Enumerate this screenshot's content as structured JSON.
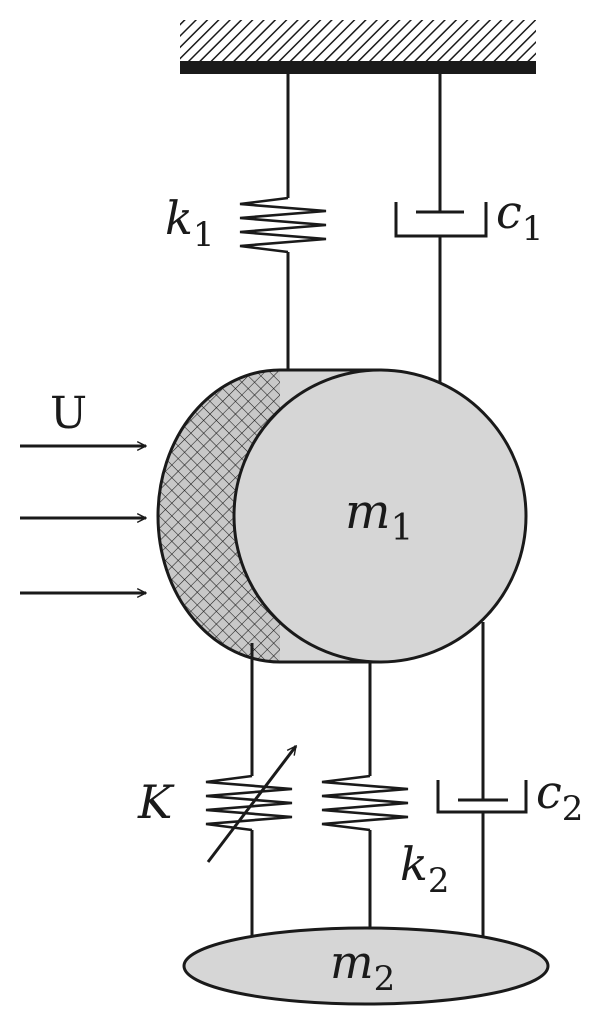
{
  "labels": {
    "k1": {
      "base": "k",
      "sub": "1"
    },
    "c1": {
      "base": "c",
      "sub": "1"
    },
    "m1": {
      "base": "m",
      "sub": "1"
    },
    "U": "U",
    "K": "K",
    "k2": {
      "base": "k",
      "sub": "2"
    },
    "c2": {
      "base": "c",
      "sub": "2"
    },
    "m2": {
      "base": "m",
      "sub": "2"
    }
  },
  "colors": {
    "ink": "#1a1a1a",
    "mass_fill": "#d6d6d6",
    "hatch_fill": "#c4c4c4",
    "background": "#ffffff"
  }
}
